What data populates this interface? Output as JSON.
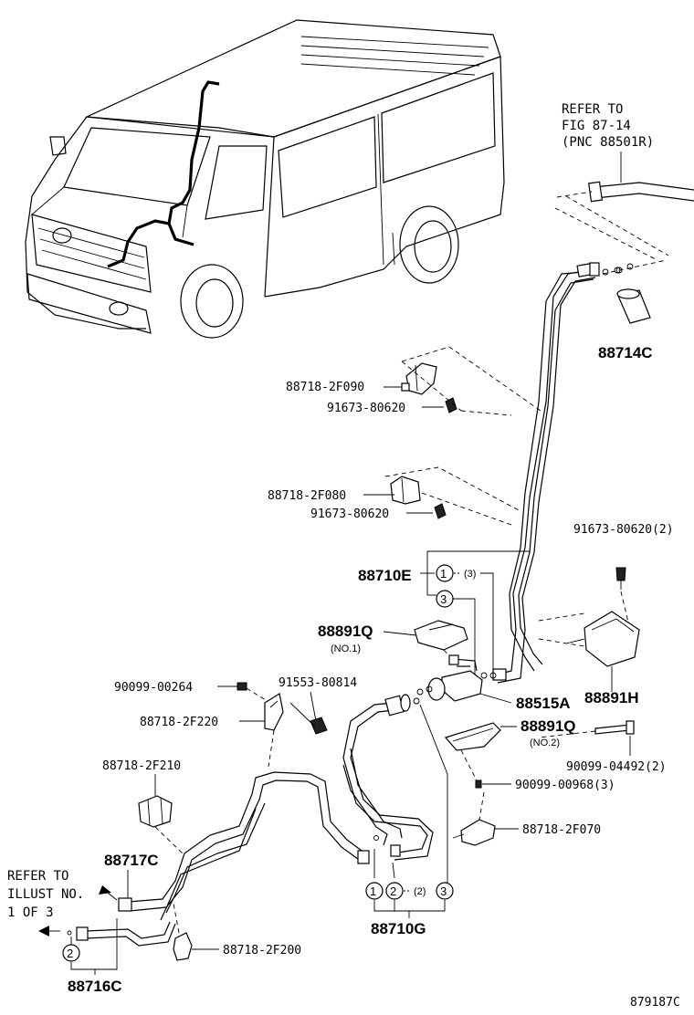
{
  "refer_top": [
    "REFER TO",
    "FIG 87-14",
    "(PNC 88501R)"
  ],
  "refer_left": [
    "REFER TO",
    "ILLUST NO.",
    "1 OF 3"
  ],
  "parts": {
    "p88714C": "88714C",
    "p88718_2F090": "88718-2F090",
    "p91673_a": "91673-80620",
    "p88718_2F080": "88718-2F080",
    "p91673_b": "91673-80620",
    "p91673_c": "91673-80620(2)",
    "p88710E": "88710E",
    "p88891Q_1": "88891Q",
    "no1": "(NO.1)",
    "p90099_00264": "90099-00264",
    "p91553_80814": "91553-80814",
    "p88718_2F220": "88718-2F220",
    "p88515A": "88515A",
    "p88891H": "88891H",
    "p88891Q_2": "88891Q",
    "no2": "(NO.2)",
    "p90099_04492": "90099-04492(2)",
    "p88718_2F210": "88718-2F210",
    "p90099_00968": "90099-00968(3)",
    "p88718_2F070": "88718-2F070",
    "p88717C": "88717C",
    "p88718_2F200": "88718-2F200",
    "p88710G": "88710G",
    "p88716C": "88716C",
    "qty3": "(3)",
    "qty2": "(2)"
  },
  "circles": {
    "c1": "1",
    "c2": "2",
    "c3": "3"
  },
  "figure_id": "879187C"
}
